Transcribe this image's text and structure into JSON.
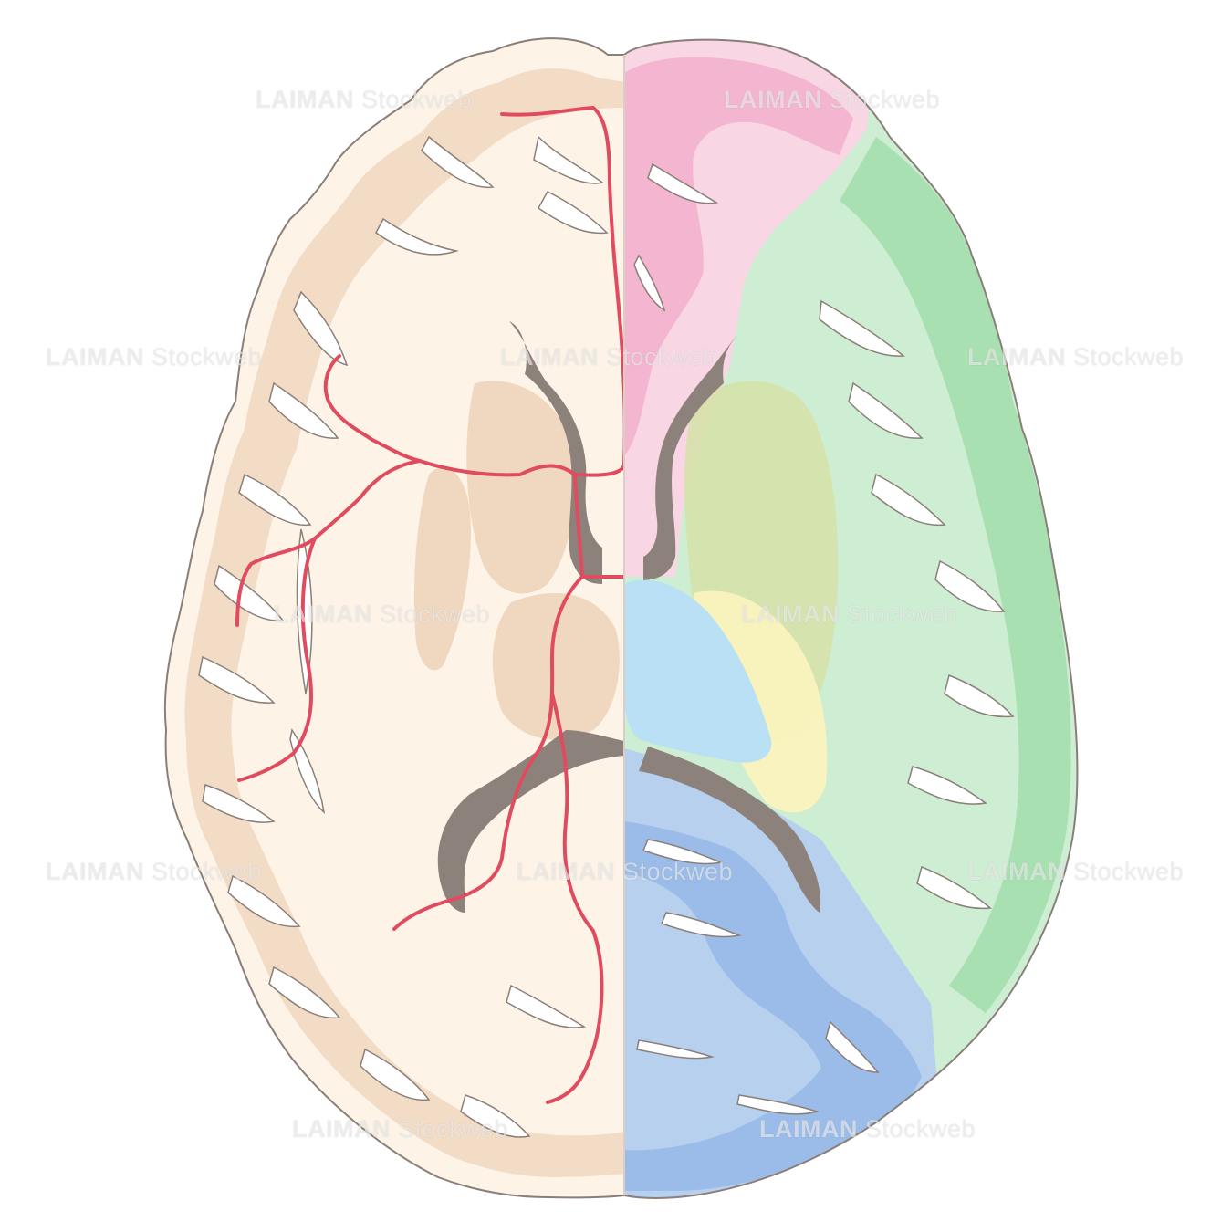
{
  "watermark": {
    "brand": "LAIMAN",
    "suffix": "Stockweb"
  },
  "colors": {
    "background": "#ffffff",
    "outline": "#8a7f78",
    "hemisphere_fill": "#fdf3e7",
    "cortex_band": "#f3dcc6",
    "gray_matter": "#f0d8c0",
    "ventricle": "#8d827b",
    "artery": "#e04b5f",
    "frontal_region": "#f8d6e3",
    "frontal_region_cortex": "#f2a9c8",
    "middle_region": "#cdeed2",
    "middle_region_cortex": "#9fdca9",
    "posterior_region": "#b7d0ee",
    "posterior_region_cortex": "#96b9e8",
    "basal_ganglia": "#d6e2a8",
    "thalamus": "#b9e0f4",
    "internal_capsule": "#faf2be"
  },
  "icons": [
    "brain-axial-section"
  ]
}
